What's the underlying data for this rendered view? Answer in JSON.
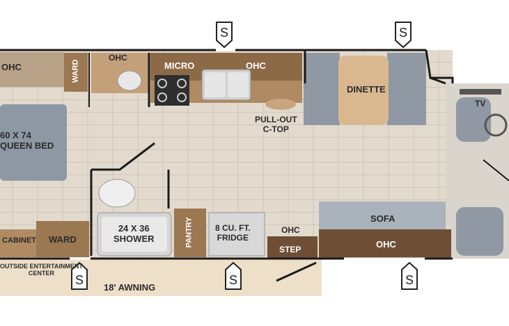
{
  "labels": {
    "bed": [
      "60 X 74",
      "QUEEN BED"
    ],
    "bed_ohc": "OHC",
    "ward_top": "WARD",
    "ohc_bath": "OHC",
    "micro": "MICRO",
    "ohc_kitchen": "OHC",
    "dinette": "DINETTE",
    "pullout": [
      "PULL-OUT",
      "C-TOP"
    ],
    "tv": "TV",
    "shower": [
      "24 X 36",
      "SHOWER"
    ],
    "pantry": "PANTRY",
    "fridge": [
      "8 CU. FT.",
      "FRIDGE"
    ],
    "ohc_step": "OHC",
    "step": "STEP",
    "sofa": "SOFA",
    "ohc_sofa": "OHC",
    "cabinet": "CABINET",
    "ward_bottom": "WARD",
    "outside_ent": [
      "OUTSIDE ENTERTAINMENT",
      "CENTER"
    ],
    "awning": "18' AWNING",
    "slide_marker": "S"
  },
  "colors": {
    "floor": "#e4dccf",
    "cabinet": "#9b7752",
    "cabinet_dark": "#6e4f35",
    "counter": "#b9926a",
    "seat": "#8f98a3",
    "seat_light": "#aab2bb",
    "bed": "#8d98a4",
    "awning": "#eedfc9",
    "wall": "#1a1a1a"
  }
}
